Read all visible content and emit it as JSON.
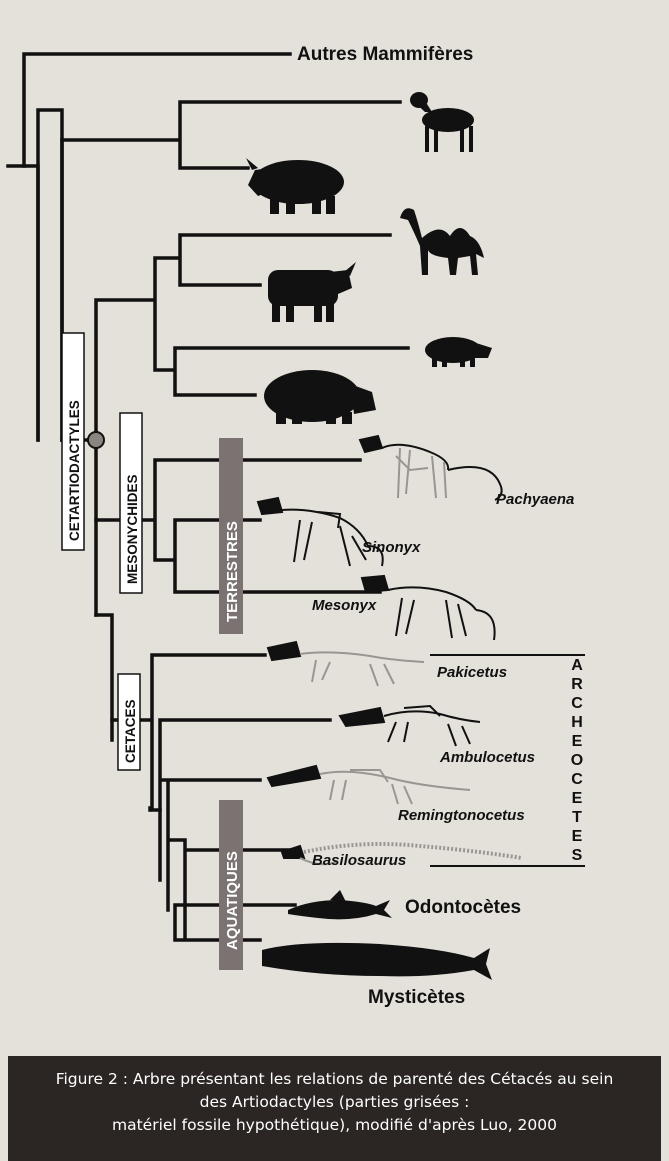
{
  "title": "",
  "taxa": {
    "autres": "Autres Mammifères",
    "pachyaena": "Pachyaena",
    "sinonyx": "Sinonyx",
    "mesonyx": "Mesonyx",
    "pakicetus": "Pakicetus",
    "ambulocetus": "Ambulocetus",
    "remingtonocetus": "Remingtonocetus",
    "basilosaurus": "Basilosaurus",
    "odontocetes": "Odontocètes",
    "mysticetes": "Mysticètes"
  },
  "groups": {
    "cetartiodactyles": "CETARTIODACTYLES",
    "mesonychides": "MESONYCHIDES",
    "cetaces": "CETACES",
    "terrestres": "TERRESTRES",
    "aquatiques": "AQUATIQUES",
    "archeocetes": "ARCHEOCETES"
  },
  "caption": {
    "line1": "Figure 2 : Arbre présentant les relations de parenté des Cétacés au sein",
    "line2": "des Artiodactyles (parties grisées :",
    "line3": "matériel fossile hypothétique), modifié d'après Luo, 2000"
  },
  "silhouettes": [
    "sheep",
    "rhinoceros",
    "camel",
    "ox",
    "pig",
    "hippopotamus",
    "pachyaena-skeleton",
    "sinonyx-skeleton",
    "mesonyx-skeleton",
    "pakicetus-skeleton",
    "ambulocetus-skeleton",
    "remingtonocetus-skeleton",
    "basilosaurus-skeleton",
    "dolphin",
    "whale"
  ],
  "colors": {
    "tree": "#111111",
    "band": "#7a7371",
    "skeleton": "#9a9590",
    "caption_bg": "#2b2624"
  }
}
